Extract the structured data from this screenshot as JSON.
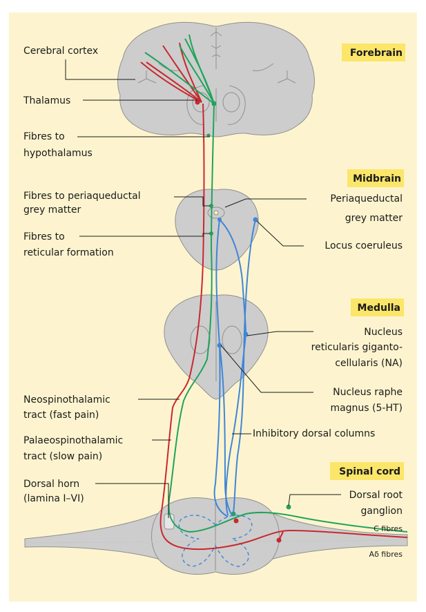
{
  "colors": {
    "background": "#fdf4cf",
    "region_highlight": "#fbe66a",
    "tissue": "#cdcdcd",
    "fast_pain": "#c8282d",
    "slow_pain": "#1fa35b",
    "inhibitory": "#3f86d6"
  },
  "regions": {
    "forebrain": "Forebrain",
    "midbrain": "Midbrain",
    "medulla": "Medulla",
    "spinal_cord": "Spinal cord"
  },
  "labels": {
    "cerebral_cortex": "Cerebral cortex",
    "thalamus": "Thalamus",
    "fibres_hypo_1": "Fibres to",
    "fibres_hypo_2": "hypothalamus",
    "fibres_pag_1": "Fibres to periaqueductal",
    "fibres_pag_2": "grey matter",
    "fibres_ret_1": "Fibres to",
    "fibres_ret_2": "reticular formation",
    "pag_1": "Periaqueductal",
    "pag_2": "grey matter",
    "locus": "Locus coeruleus",
    "nrg_1": "Nucleus",
    "nrg_2": "reticularis giganto-",
    "nrg_3": "cellularis (NA)",
    "nrm_1": "Nucleus raphe",
    "nrm_2": "magnus (5-HT)",
    "neo_1": "Neospinothalamic",
    "neo_2": "tract (fast pain)",
    "palaeo_1": "Palaeospinothalamic",
    "palaeo_2": "tract (slow pain)",
    "inhib": "Inhibitory dorsal columns",
    "horn_1": "Dorsal horn",
    "horn_2": "(lamina I–VI)",
    "drg_1": "Dorsal root",
    "drg_2": "ganglion",
    "c_fibres": "C fibres",
    "ad_fibres": "Aδ fibres"
  }
}
